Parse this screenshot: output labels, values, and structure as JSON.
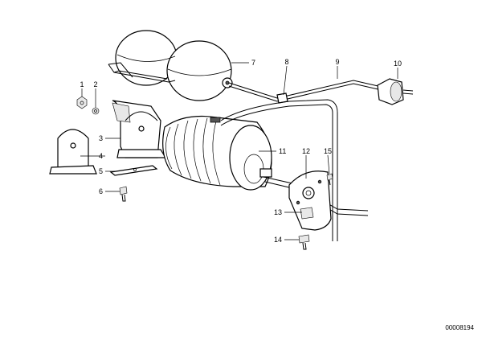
{
  "callouts": [
    "1",
    "2",
    "3",
    "4",
    "5",
    "6",
    "7",
    "8",
    "9",
    "10",
    "11",
    "12",
    "13",
    "14",
    "15"
  ],
  "doc_number": "00008194"
}
